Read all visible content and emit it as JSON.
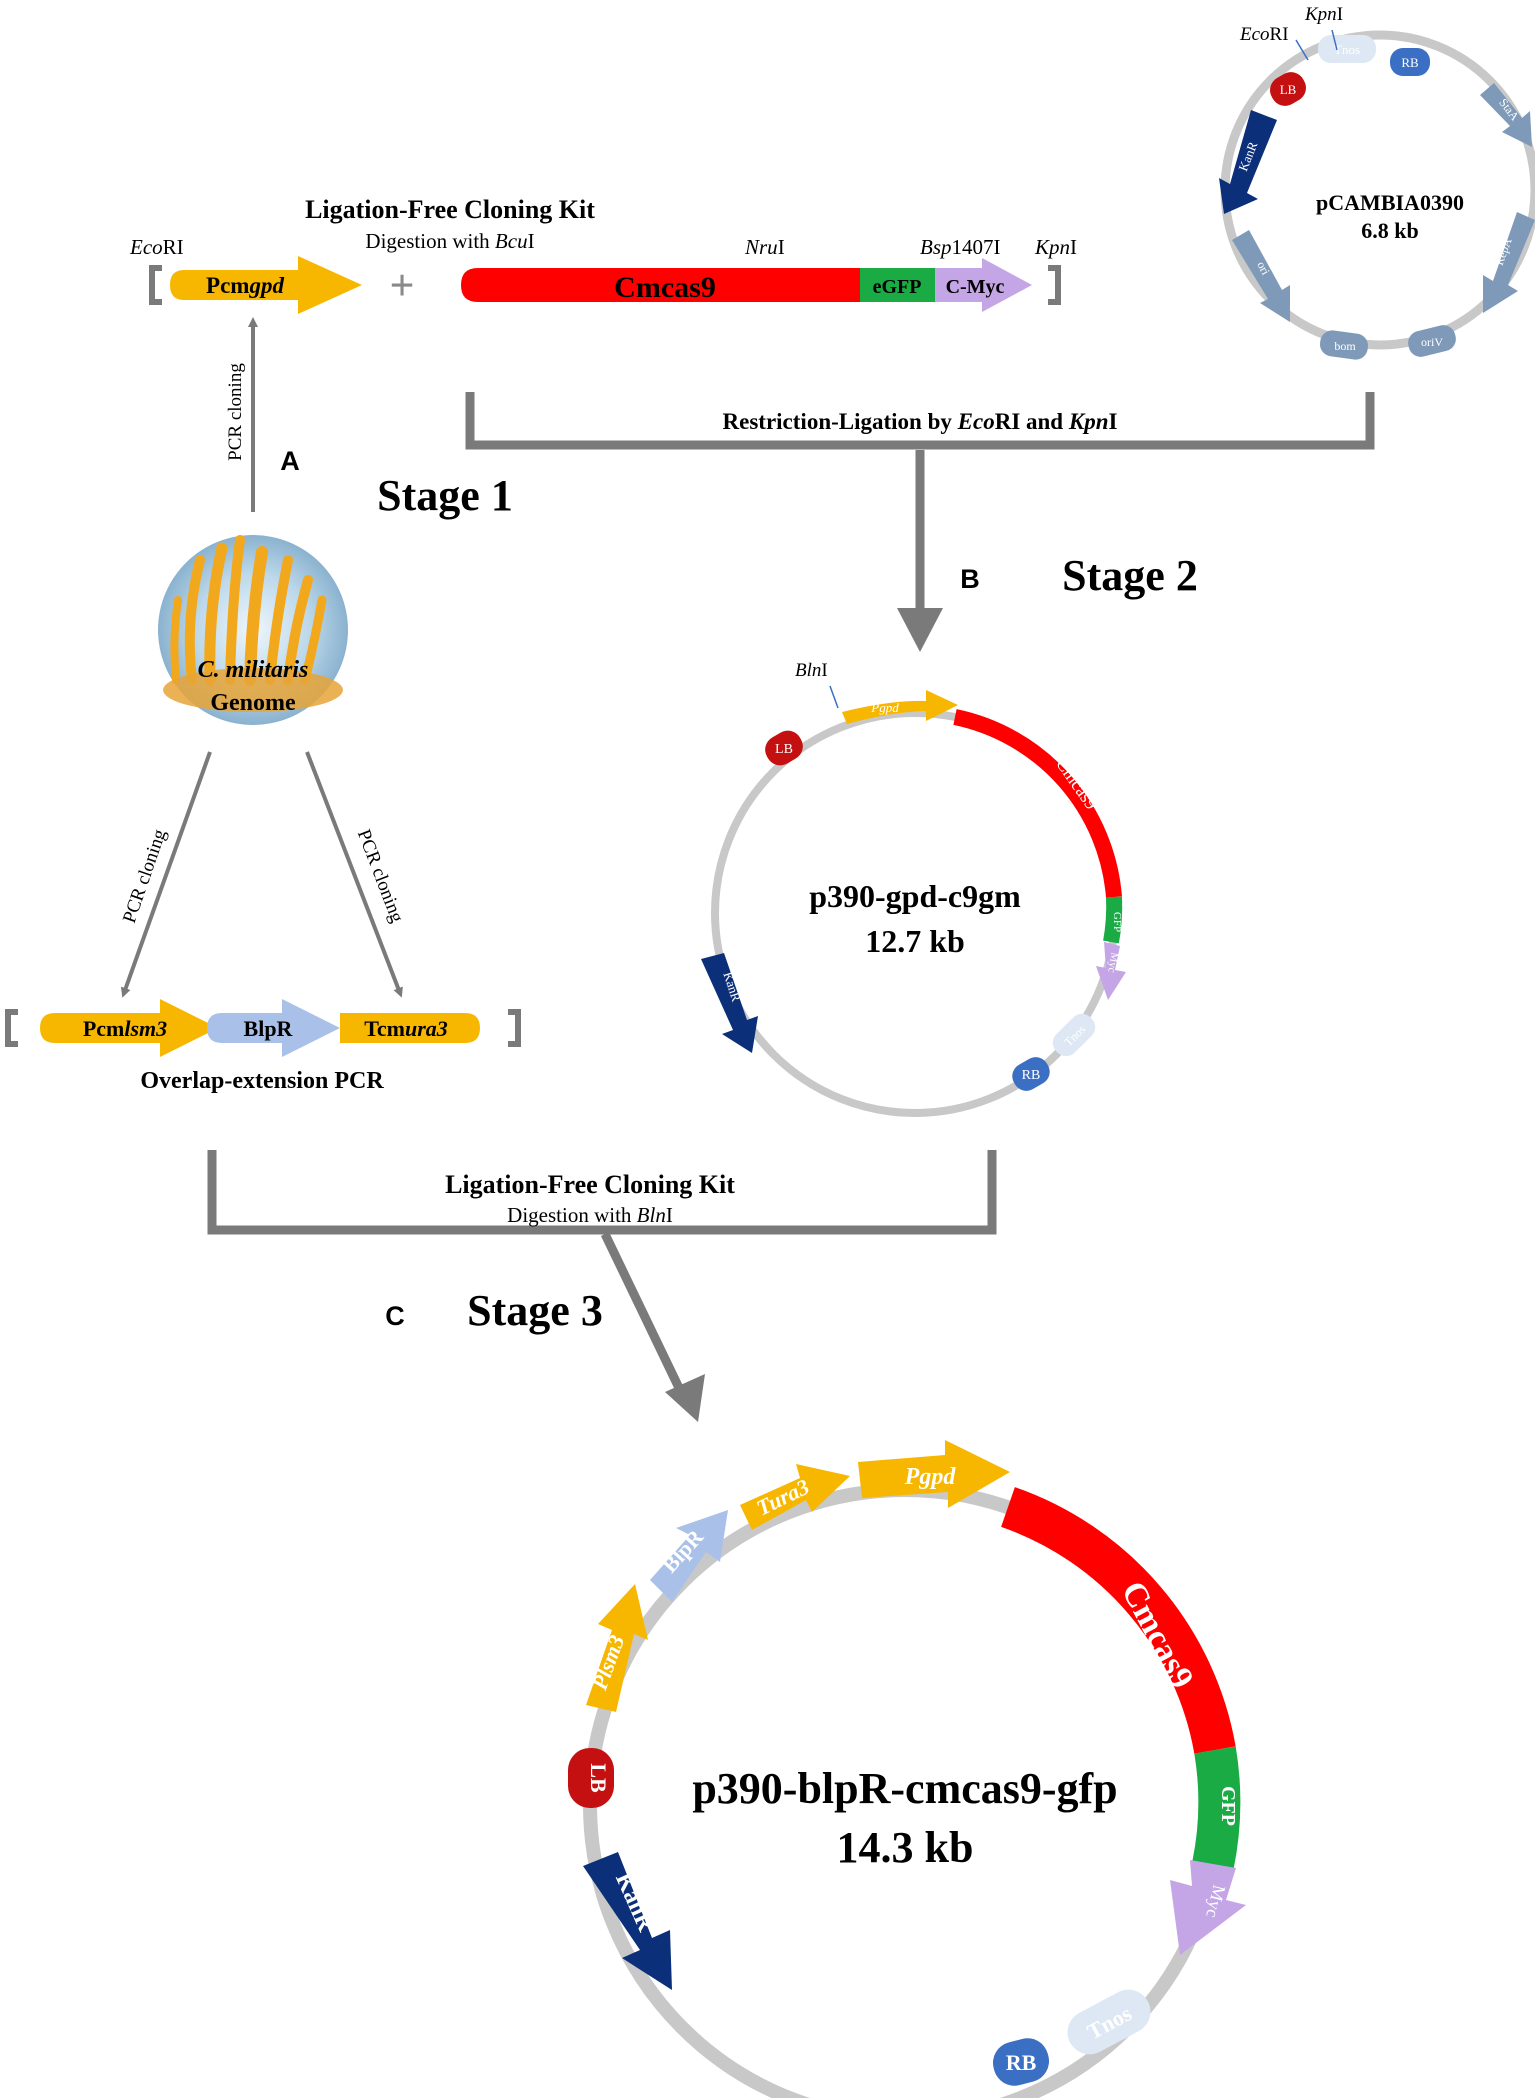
{
  "colors": {
    "gold": "#f7b700",
    "red": "#ff0000",
    "green": "#1aab45",
    "lavender": "#c4a5e6",
    "lightblue": "#a9c1e8",
    "paleblue": "#dde8f4",
    "navy": "#0c2f7a",
    "blue": "#3a6fc4",
    "darkred": "#c41010",
    "steel": "#7f9ab9",
    "gray": "#c8c8c8",
    "arrowgray": "#7a7a7a"
  },
  "stage1": {
    "kit_title": "Ligation-Free Cloning Kit",
    "kit_digest_prefix": "Digestion with ",
    "kit_digest_enzyme_italic": "Bcu",
    "kit_digest_enzyme_suffix": "I",
    "ecori_italic": "Eco",
    "ecori_suffix": "RI",
    "nrui_italic": "Nru",
    "nrui_suffix": "I",
    "bsp_italic": "Bsp",
    "bsp_suffix": "1407I",
    "kpni_italic": "Kpn",
    "kpni_suffix": "I",
    "pcmgpd_prefix": "Pcm",
    "pcmgpd_italic": "gpd",
    "plus": "+",
    "cmcas9": "Cmcas9",
    "egfp": "eGFP",
    "cmyc": "C-Myc",
    "pcr_cloning": "PCR cloning",
    "label_a": "A",
    "stage_label": "Stage 1",
    "genome_species": "C. militaris",
    "genome_word": "Genome",
    "pcmlsm3_prefix": "Pcm",
    "pcmlsm3_italic": "lsm3",
    "blpr": "BlpR",
    "tcmura3_prefix": "Tcm",
    "tcmura3_italic": "ura3",
    "overlap": "Overlap-extension PCR"
  },
  "pcambia": {
    "name": "pCAMBIA0390",
    "size": "6.8 kb",
    "ecori_italic": "Eco",
    "ecori_suffix": "RI",
    "kpni_italic": "Kpn",
    "kpni_suffix": "I",
    "features": [
      "LB",
      "Tnos",
      "RB",
      "StaA",
      "RepA",
      "oriV",
      "bom",
      "ori",
      "KanR"
    ]
  },
  "stage2": {
    "restriction_prefix": "Restriction-Ligation by ",
    "restriction_e1_italic": "Eco",
    "restriction_e1_suffix": "RI",
    "restriction_and": " and ",
    "restriction_e2_italic": "Kpn",
    "restriction_e2_suffix": "I",
    "label_b": "B",
    "stage_label": "Stage 2",
    "plasmid_name": "p390-gpd-c9gm",
    "plasmid_size": "12.7 kb",
    "blni_italic": "Bln",
    "blni_suffix": "I",
    "features": [
      "LB",
      "Pgpd",
      "Cmcas9",
      "GFP",
      "Myc",
      "Tnos",
      "RB",
      "KanR"
    ]
  },
  "stage3": {
    "kit_title": "Ligation-Free Cloning Kit",
    "kit_digest_prefix": "Digestion with ",
    "kit_digest_italic": "Bln",
    "kit_digest_suffix": "I",
    "label_c": "C",
    "stage_label": "Stage 3",
    "plasmid_name": "p390-blpR-cmcas9-gfp",
    "plasmid_size": "14.3 kb",
    "features": [
      "Plsm3",
      "BlpR",
      "Tura3",
      "Pgpd",
      "Cmcas9",
      "GFP",
      "Myc",
      "Tnos",
      "RB",
      "KanR",
      "LB"
    ]
  }
}
